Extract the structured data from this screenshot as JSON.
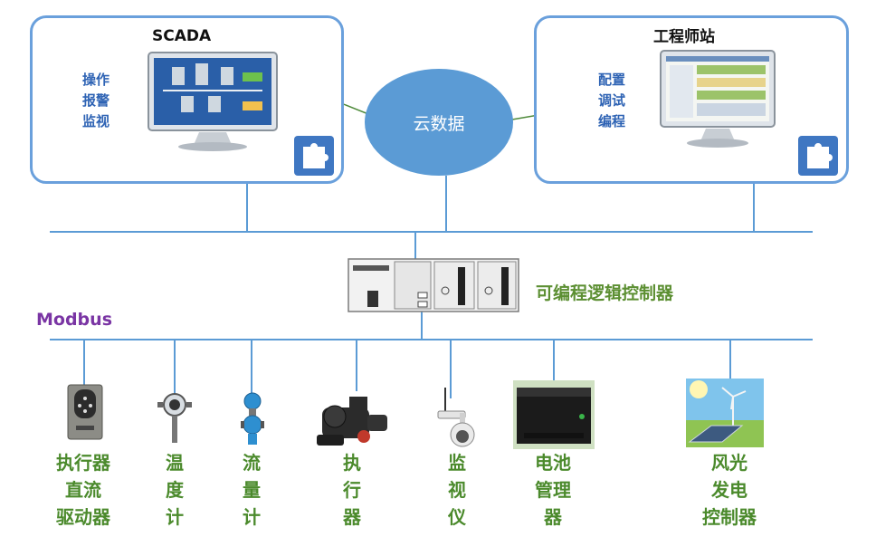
{
  "scada": {
    "title": "SCADA",
    "functions": [
      "操作",
      "报警",
      "监视"
    ]
  },
  "engineer": {
    "title": "工程师站",
    "functions": [
      "配置",
      "调试",
      "编程"
    ]
  },
  "cloud": {
    "label": "云数据"
  },
  "controller": {
    "label": "可编程逻辑控制器"
  },
  "bus": {
    "label": "Modbus"
  },
  "devices": [
    {
      "label": "执行器\n直流\n驱动器",
      "icon": "dc-drive-icon"
    },
    {
      "label": "温\n度\n计",
      "icon": "thermometer-icon"
    },
    {
      "label": "流\n量\n计",
      "icon": "flowmeter-icon"
    },
    {
      "label": "执\n行\n器",
      "icon": "actuator-icon"
    },
    {
      "label": "监\n视\n仪",
      "icon": "camera-icon"
    },
    {
      "label": "电池\n管理\n器",
      "icon": "battery-manager-icon"
    },
    {
      "label": "风光\n发电\n控制器",
      "icon": "wind-solar-icon"
    }
  ],
  "colors": {
    "box_border": "#6aa0dc",
    "cloud": "#5b9bd5",
    "bus_line": "#5b9bd5",
    "device_label": "#4b8a2c",
    "function_label": "#2e63b4",
    "bus_label": "#7a35a4"
  }
}
